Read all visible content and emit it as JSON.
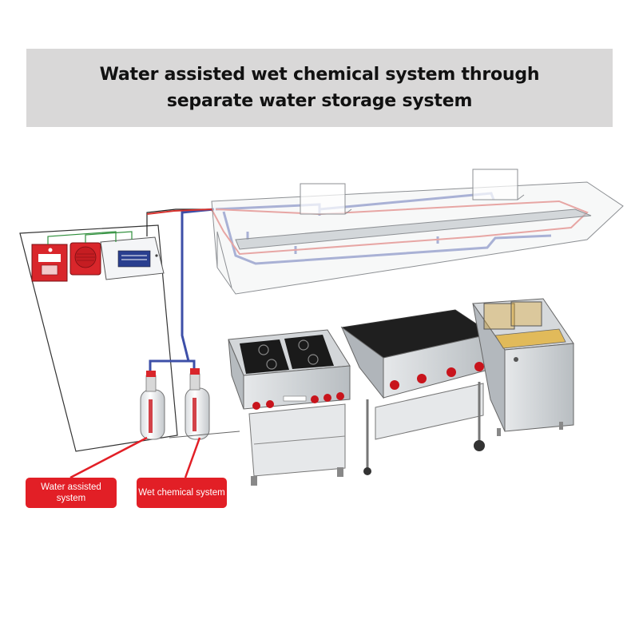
{
  "title": {
    "line1": "Water assisted wet chemical system through",
    "line2": "separate  water storage system"
  },
  "callouts": {
    "water_assisted": "Water assisted system",
    "wet_chemical": "Wet chemical system"
  },
  "colors": {
    "banner": "#d9d8d8",
    "callout": "#e21f26",
    "pipe_red": "#d8322e",
    "pipe_blue": "#3d4fa8",
    "steel": "#c9cdd1",
    "knob": "#c8141c"
  }
}
